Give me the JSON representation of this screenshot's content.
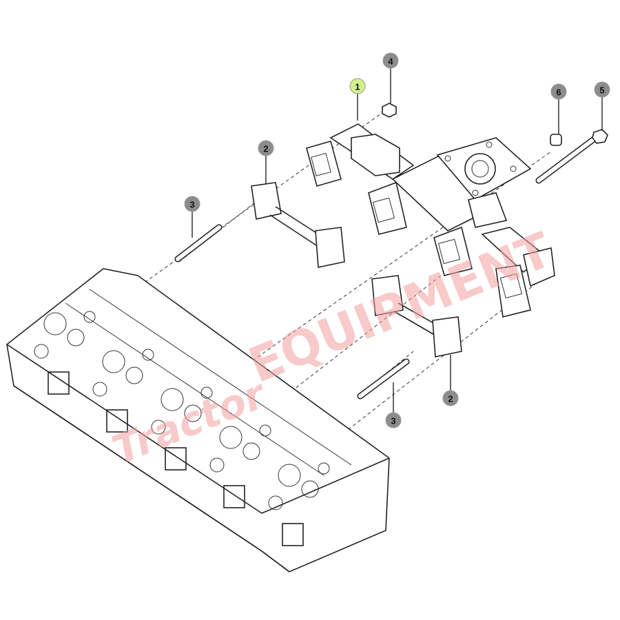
{
  "diagram": {
    "colors": {
      "callout_default": "#8c8c8c",
      "callout_highlight": "#d3f08a",
      "watermark": "#f4a0a0",
      "line": "#222222"
    },
    "watermark": {
      "script": "Tractor",
      "text": "EQUIPMENT"
    },
    "callouts": [
      {
        "id": "callout-1",
        "label": "1",
        "part": "exhaust-manifold",
        "highlight": true
      },
      {
        "id": "callout-4",
        "label": "4",
        "part": "nut"
      },
      {
        "id": "callout-2a",
        "label": "2",
        "part": "gasket"
      },
      {
        "id": "callout-3a",
        "label": "3",
        "part": "stud"
      },
      {
        "id": "callout-6",
        "label": "6",
        "part": "spacer"
      },
      {
        "id": "callout-5",
        "label": "5",
        "part": "bolt"
      },
      {
        "id": "callout-2b",
        "label": "2",
        "part": "gasket"
      },
      {
        "id": "callout-3b",
        "label": "3",
        "part": "stud"
      }
    ]
  }
}
